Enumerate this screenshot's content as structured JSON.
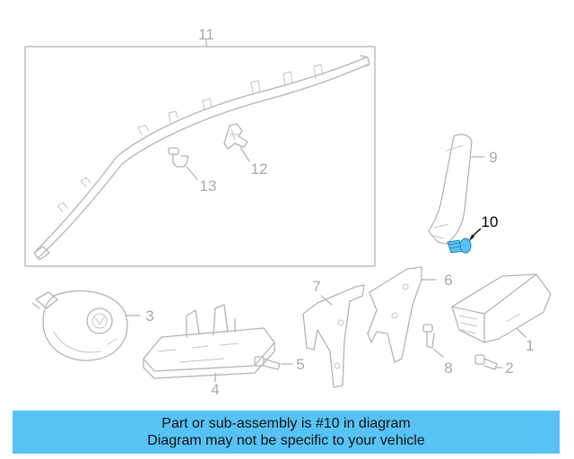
{
  "callouts": [
    {
      "id": "label-11",
      "text": "11",
      "highlight": false
    },
    {
      "id": "label-12",
      "text": "12",
      "highlight": false
    },
    {
      "id": "label-13",
      "text": "13",
      "highlight": false
    },
    {
      "id": "label-9",
      "text": "9",
      "highlight": false
    },
    {
      "id": "label-10",
      "text": "10",
      "highlight": true
    },
    {
      "id": "label-6",
      "text": "6",
      "highlight": false
    },
    {
      "id": "label-7",
      "text": "7",
      "highlight": false
    },
    {
      "id": "label-3",
      "text": "3",
      "highlight": false
    },
    {
      "id": "label-5",
      "text": "5",
      "highlight": false
    },
    {
      "id": "label-4",
      "text": "4",
      "highlight": false
    },
    {
      "id": "label-8",
      "text": "8",
      "highlight": false
    },
    {
      "id": "label-1",
      "text": "1",
      "highlight": false
    },
    {
      "id": "label-2",
      "text": "2",
      "highlight": false
    }
  ],
  "banner": {
    "line1": "Part or sub-assembly is #10 in diagram",
    "line2": "Diagram may not be specific to your vehicle",
    "color": "#57c3f4"
  },
  "colors": {
    "line_art": "#b4b4b4",
    "label": "#a9a9a9",
    "highlight_part": "#57c3f4",
    "highlight_label": "#000000"
  }
}
